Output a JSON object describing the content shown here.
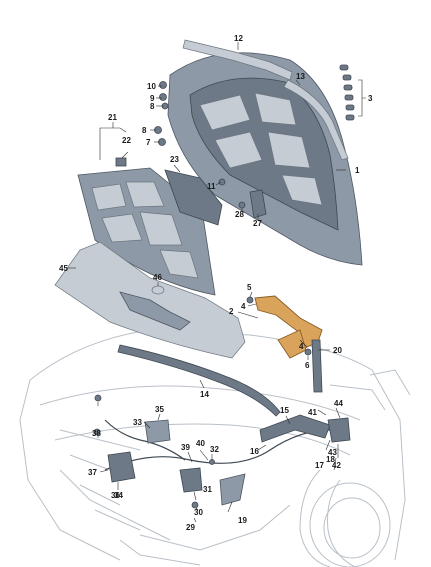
{
  "callouts": [
    {
      "id": "p1",
      "label": "1"
    },
    {
      "id": "p2",
      "label": "2"
    },
    {
      "id": "p3",
      "label": "3"
    },
    {
      "id": "p4a",
      "label": "4"
    },
    {
      "id": "p4b",
      "label": "4"
    },
    {
      "id": "p5",
      "label": "5"
    },
    {
      "id": "p6",
      "label": "6"
    },
    {
      "id": "p7",
      "label": "7"
    },
    {
      "id": "p8a",
      "label": "8"
    },
    {
      "id": "p8b",
      "label": "8"
    },
    {
      "id": "p9",
      "label": "9"
    },
    {
      "id": "p10",
      "label": "10"
    },
    {
      "id": "p11",
      "label": "11"
    },
    {
      "id": "p12",
      "label": "12"
    },
    {
      "id": "p13",
      "label": "13"
    },
    {
      "id": "p14",
      "label": "14"
    },
    {
      "id": "p15",
      "label": "15"
    },
    {
      "id": "p16",
      "label": "16"
    },
    {
      "id": "p17",
      "label": "17"
    },
    {
      "id": "p18",
      "label": "18"
    },
    {
      "id": "p19",
      "label": "19"
    },
    {
      "id": "p20",
      "label": "20"
    },
    {
      "id": "p21",
      "label": "21"
    },
    {
      "id": "p22",
      "label": "22"
    },
    {
      "id": "p23",
      "label": "23"
    },
    {
      "id": "p27",
      "label": "27"
    },
    {
      "id": "p28",
      "label": "28"
    },
    {
      "id": "p29",
      "label": "29"
    },
    {
      "id": "p30",
      "label": "30"
    },
    {
      "id": "p31",
      "label": "31"
    },
    {
      "id": "p32",
      "label": "32"
    },
    {
      "id": "p33",
      "label": "33"
    },
    {
      "id": "p34",
      "label": "34"
    },
    {
      "id": "p35",
      "label": "35"
    },
    {
      "id": "p36",
      "label": "36"
    },
    {
      "id": "p37",
      "label": "37"
    },
    {
      "id": "p38",
      "label": "38"
    },
    {
      "id": "p39",
      "label": "39"
    },
    {
      "id": "p40",
      "label": "40"
    },
    {
      "id": "p41",
      "label": "41"
    },
    {
      "id": "p42",
      "label": "42"
    },
    {
      "id": "p43",
      "label": "43"
    },
    {
      "id": "p44",
      "label": "44"
    },
    {
      "id": "p45",
      "label": "45"
    },
    {
      "id": "p46",
      "label": "46"
    }
  ],
  "colors": {
    "part_fill": "#8d99a6",
    "highlight": "#d9a35c",
    "car_outline": "#b9c0c8"
  }
}
